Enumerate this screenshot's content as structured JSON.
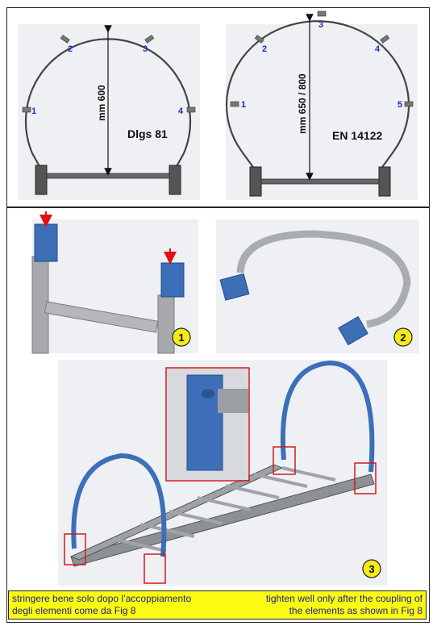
{
  "figures": {
    "left": {
      "dimension": "mm 600",
      "standard": "Dlgs 81",
      "points": [
        "1",
        "2",
        "3",
        "4"
      ]
    },
    "right": {
      "dimension": "mm 650 / 800",
      "standard": "EN 14122",
      "points": [
        "1",
        "2",
        "3",
        "4",
        "5"
      ]
    },
    "steps": [
      "1",
      "2",
      "3"
    ]
  },
  "caption": {
    "it_line1": "stringere bene solo dopo l’accoppiamento",
    "it_line2": "degli elementi come da Fig 8",
    "en_line1": "tighten well only after the coupling of",
    "en_line2": "the elements as shown in Fig 8"
  },
  "colors": {
    "caption_bg": "#fbfb12",
    "caption_text": "#1d1d8a",
    "label_blue": "#1e2fc4",
    "part_blue": "#3c6fb8",
    "badge_yellow": "#f5ea1a",
    "arrow_red": "#e01010"
  }
}
